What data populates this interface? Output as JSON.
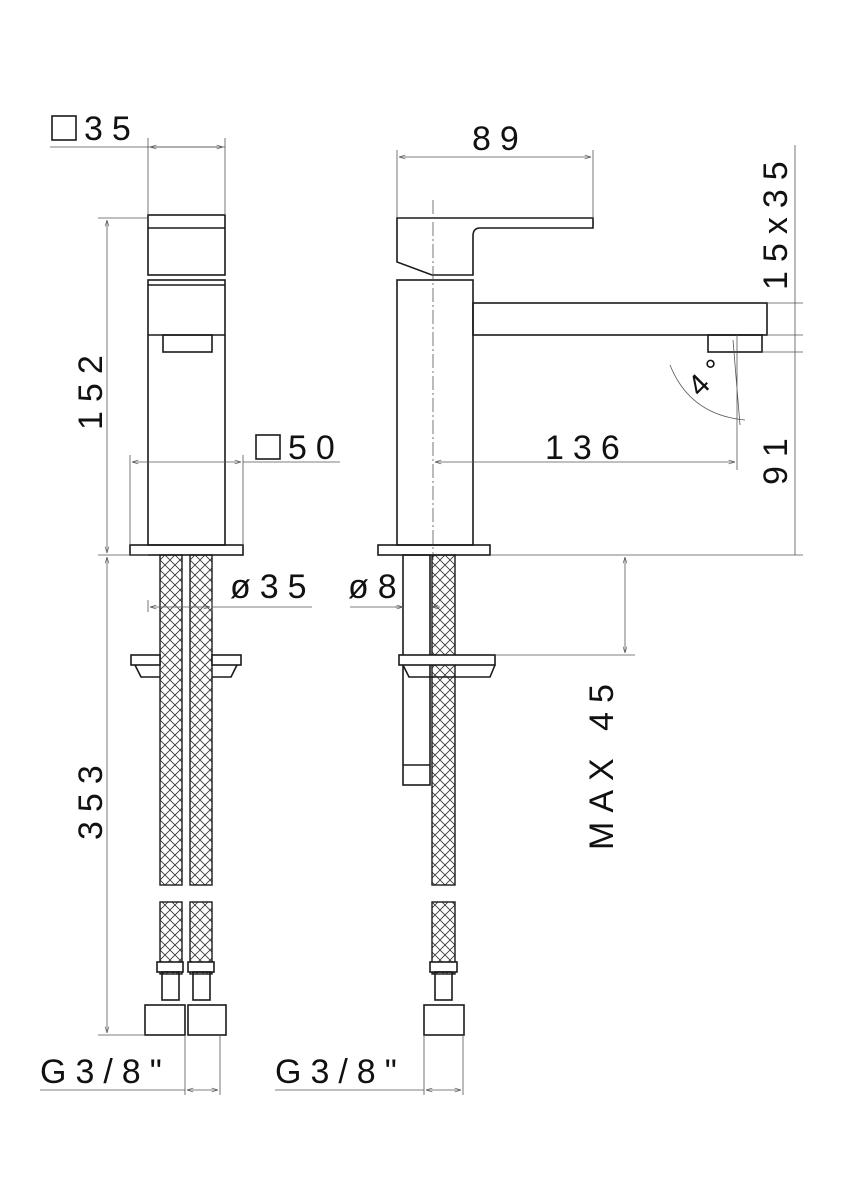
{
  "title": "Basin mixer dimension drawing",
  "dimensions": {
    "top_square": "35",
    "spout_reach_top": "89",
    "handle_section": "15x35",
    "body_height": "152",
    "base_square": "50",
    "spout_reach": "136",
    "spout_height": "91",
    "angle": "4°",
    "hole_diameter": "ø35",
    "pin_diameter": "ø8",
    "hose_length": "353",
    "max_thickness": "MAX 45",
    "connection_left": "G3/8\"",
    "connection_right": "G3/8\""
  }
}
